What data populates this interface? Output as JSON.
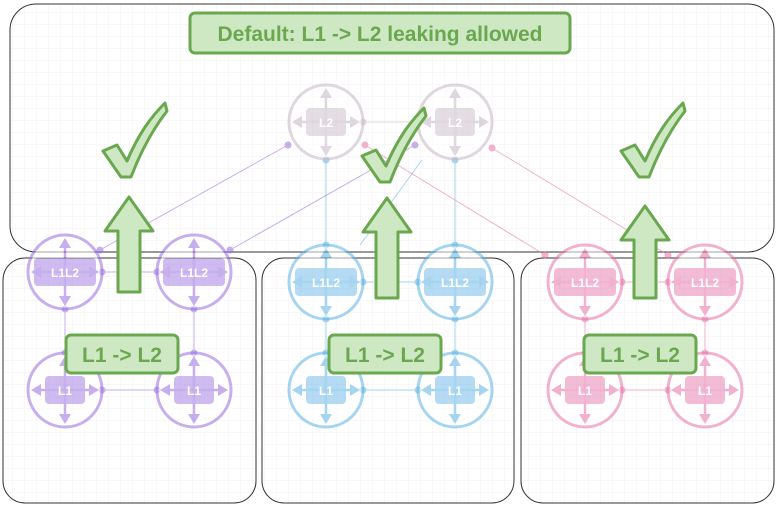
{
  "title": "Default: L1 -> L2 leaking allowed",
  "areas": [
    {
      "name": "purple",
      "color": "#9b6ee0",
      "label": "L1 -> L2"
    },
    {
      "name": "blue",
      "color": "#5fb3e6",
      "label": "L1 -> L2"
    },
    {
      "name": "pink",
      "color": "#e872a8",
      "label": "L1 -> L2"
    }
  ],
  "router_labels": {
    "backbone": "L2",
    "border": "L1L2",
    "internal": "L1"
  },
  "colors": {
    "label_fill": "#cfe8c4",
    "label_stroke": "#6aa84f",
    "label_text": "#6aa84f",
    "backbone": "#c7b8c7",
    "box_stroke": "#333333"
  },
  "icons": [
    "check-mark-icon",
    "up-arrow-icon",
    "router-icon"
  ]
}
